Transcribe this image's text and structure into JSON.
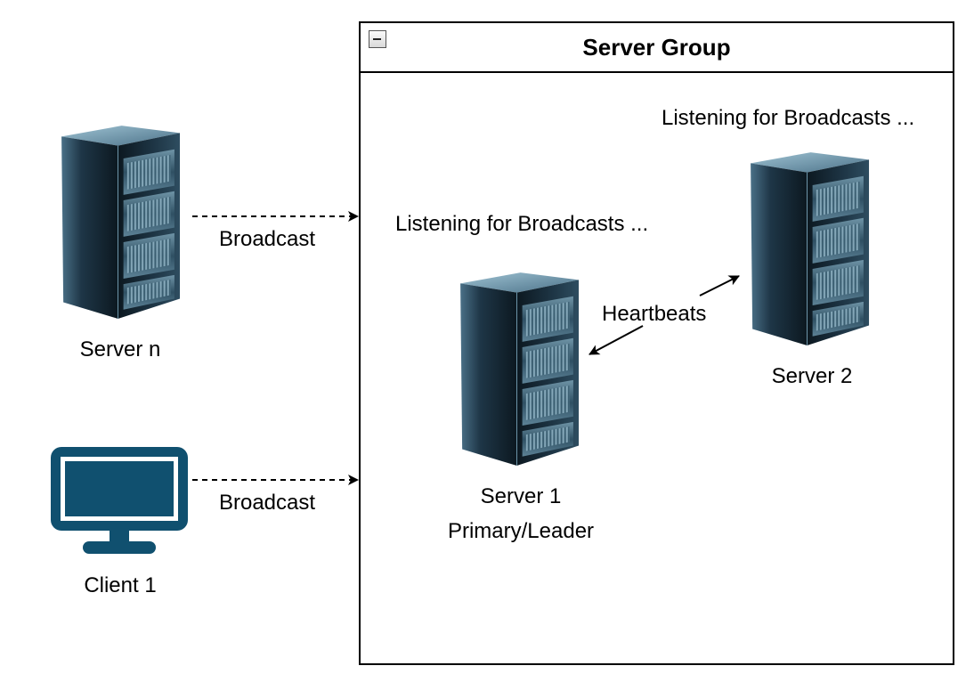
{
  "group": {
    "title": "Server Group"
  },
  "nodes": {
    "server_n": "Server n",
    "client_1": "Client 1",
    "server_1_line1": "Server 1",
    "server_1_line2": "Primary/Leader",
    "server_2": "Server 2"
  },
  "edges": {
    "server_n_broadcast": "Broadcast",
    "client_broadcast": "Broadcast",
    "heartbeats": "Heartbeats"
  },
  "notes": {
    "server_1_listening": "Listening for Broadcasts ...",
    "server_2_listening": "Listening for Broadcasts ..."
  },
  "icons": {
    "server": "server-rack-icon",
    "client": "desktop-monitor-icon"
  },
  "colors": {
    "monitor": "#10506f",
    "rack_dark": "#0f1e2a",
    "rack_mid": "#2b4d63",
    "rack_light": "#8fb4c6"
  }
}
